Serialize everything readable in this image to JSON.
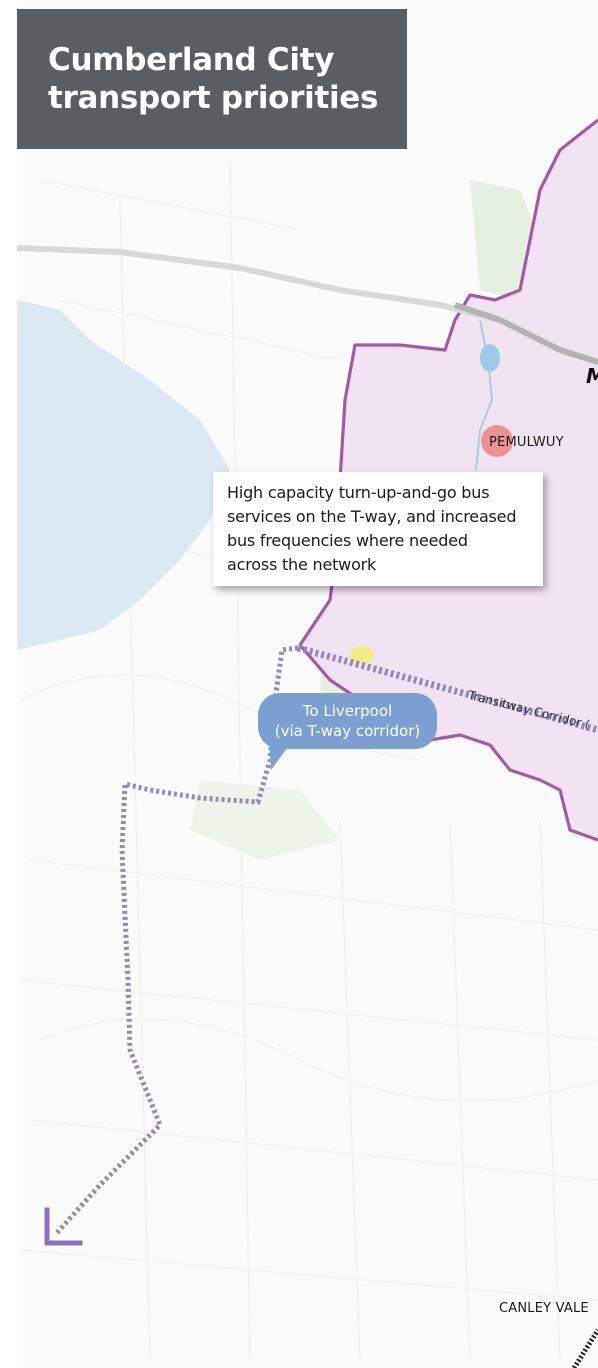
{
  "title": {
    "line1": "Cumberland City",
    "line2": "transport priorities"
  },
  "callout": {
    "text": "High capacity turn-up-and-go bus\nservices on the T-way, and increased\nbus frequencies where needed\nacross the network"
  },
  "bubble": {
    "line1": "To Liverpool",
    "line2": "(via T-way corridor)"
  },
  "places": {
    "pemulwuy": "PEMULWUY",
    "canley_vale": "CANLEY VALE",
    "edge_label": "M"
  },
  "corridor": {
    "label": "Transitway Corridor ("
  },
  "icons": {
    "suburb_marker": "pemulwuy-marker-icon",
    "arrow": "liverpool-arrow-icon"
  },
  "colors": {
    "title_bg": "#5a5e60",
    "lga_boundary": "#a25aa8",
    "lga_fill": "#f2e3f3",
    "corridor_dashes": "#9587c2",
    "bubble": "#7b9fd1",
    "marker": "#e88a8a",
    "water": "#dbe9f4",
    "green": "#e3efdd",
    "motorway": "#b3b3b3"
  }
}
